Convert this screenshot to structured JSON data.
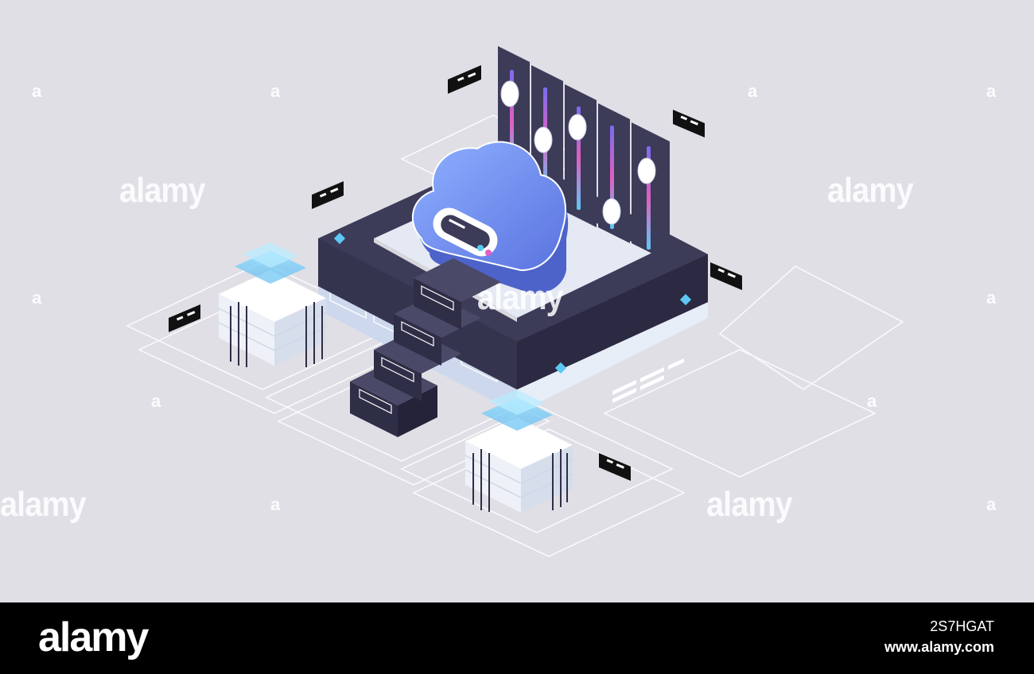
{
  "watermark": {
    "word": "alamy",
    "letter": "a"
  },
  "footer": {
    "logo": "alamy",
    "image_id": "2S7HGAT",
    "url": "www.alamy.com"
  },
  "colors": {
    "background": "#e0dfe6",
    "dark_panel": "#3c3b58",
    "cloud_blue": "#6f8ff0",
    "accent_cyan": "#5ec8f5",
    "accent_pink": "#e05fc0",
    "footer": "#000000"
  },
  "illustration": {
    "subject": "isometric cloud data center",
    "icons": [
      "cloud-server-icon",
      "equalizer-sliders-icon",
      "server-stack-icon",
      "code-tag-icon"
    ]
  }
}
